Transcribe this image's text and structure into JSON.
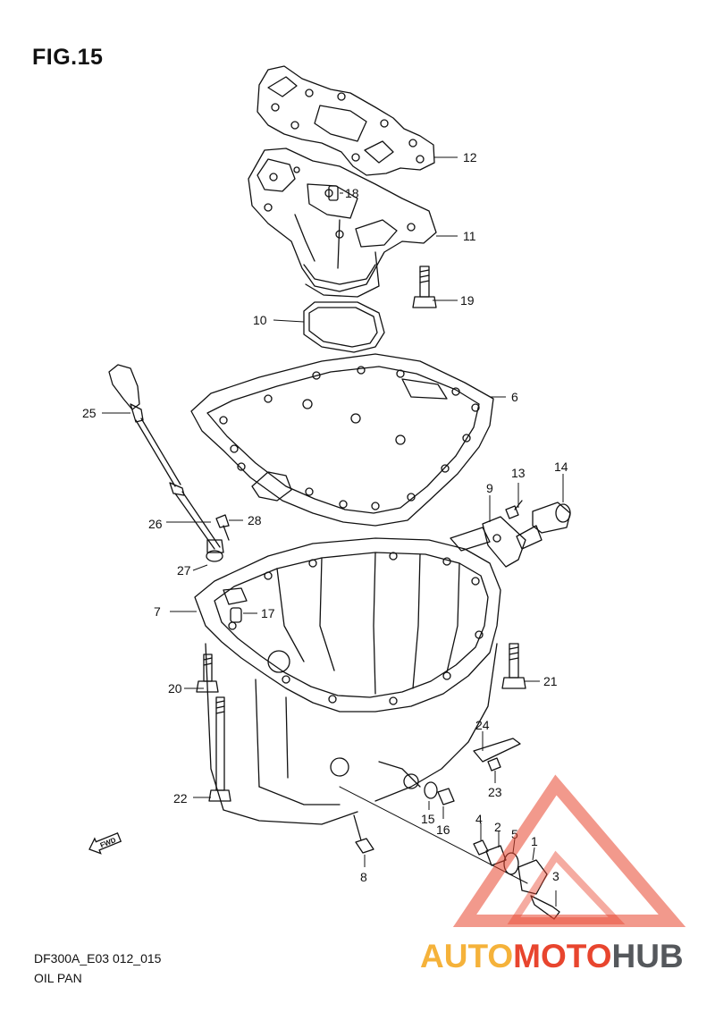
{
  "figure": {
    "title": "FIG.15",
    "code": "DF300A_E03 012_015",
    "name": "OIL PAN"
  },
  "fwd_marker": "FWD",
  "callouts": [
    {
      "id": "12",
      "label": "12"
    },
    {
      "id": "18",
      "label": "18"
    },
    {
      "id": "11",
      "label": "11"
    },
    {
      "id": "19",
      "label": "19"
    },
    {
      "id": "10",
      "label": "10"
    },
    {
      "id": "6",
      "label": "6"
    },
    {
      "id": "25",
      "label": "25"
    },
    {
      "id": "13",
      "label": "13"
    },
    {
      "id": "14",
      "label": "14"
    },
    {
      "id": "9",
      "label": "9"
    },
    {
      "id": "26",
      "label": "26"
    },
    {
      "id": "28",
      "label": "28"
    },
    {
      "id": "27",
      "label": "27"
    },
    {
      "id": "7",
      "label": "7"
    },
    {
      "id": "17",
      "label": "17"
    },
    {
      "id": "21",
      "label": "21"
    },
    {
      "id": "20",
      "label": "20"
    },
    {
      "id": "24",
      "label": "24"
    },
    {
      "id": "23",
      "label": "23"
    },
    {
      "id": "22",
      "label": "22"
    },
    {
      "id": "15",
      "label": "15"
    },
    {
      "id": "16",
      "label": "16"
    },
    {
      "id": "4",
      "label": "4"
    },
    {
      "id": "2",
      "label": "2"
    },
    {
      "id": "5",
      "label": "5"
    },
    {
      "id": "1",
      "label": "1"
    },
    {
      "id": "3",
      "label": "3"
    },
    {
      "id": "8",
      "label": "8"
    }
  ],
  "watermark": {
    "part1": "AUTO",
    "part2": "MOTO",
    "part3": "HUB",
    "colors": {
      "auto": "#f5b23a",
      "moto": "#e8452e",
      "hub": "#55585c"
    }
  }
}
